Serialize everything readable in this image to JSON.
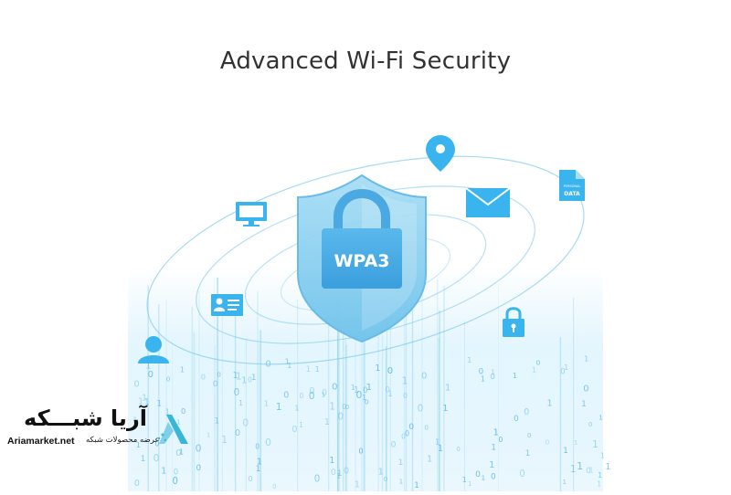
{
  "page_title": "Advanced Wi-Fi Security",
  "shield_label": "WPA3",
  "document_icon_label": "PERSONAL DATA",
  "brand": {
    "name": "آریا شبـــکه",
    "url": "Ariamarket.net",
    "tagline": "عرضه محصولات شبکه"
  },
  "colors": {
    "title": "#333333",
    "shield": "#8fd3f1",
    "lock": "#4aa9e3",
    "icon": "#3ab4ef",
    "orbit": "#6ec6ef"
  },
  "icons": [
    "location-pin-icon",
    "envelope-icon",
    "document-icon",
    "monitor-icon",
    "id-card-icon",
    "padlock-icon",
    "user-icon"
  ]
}
